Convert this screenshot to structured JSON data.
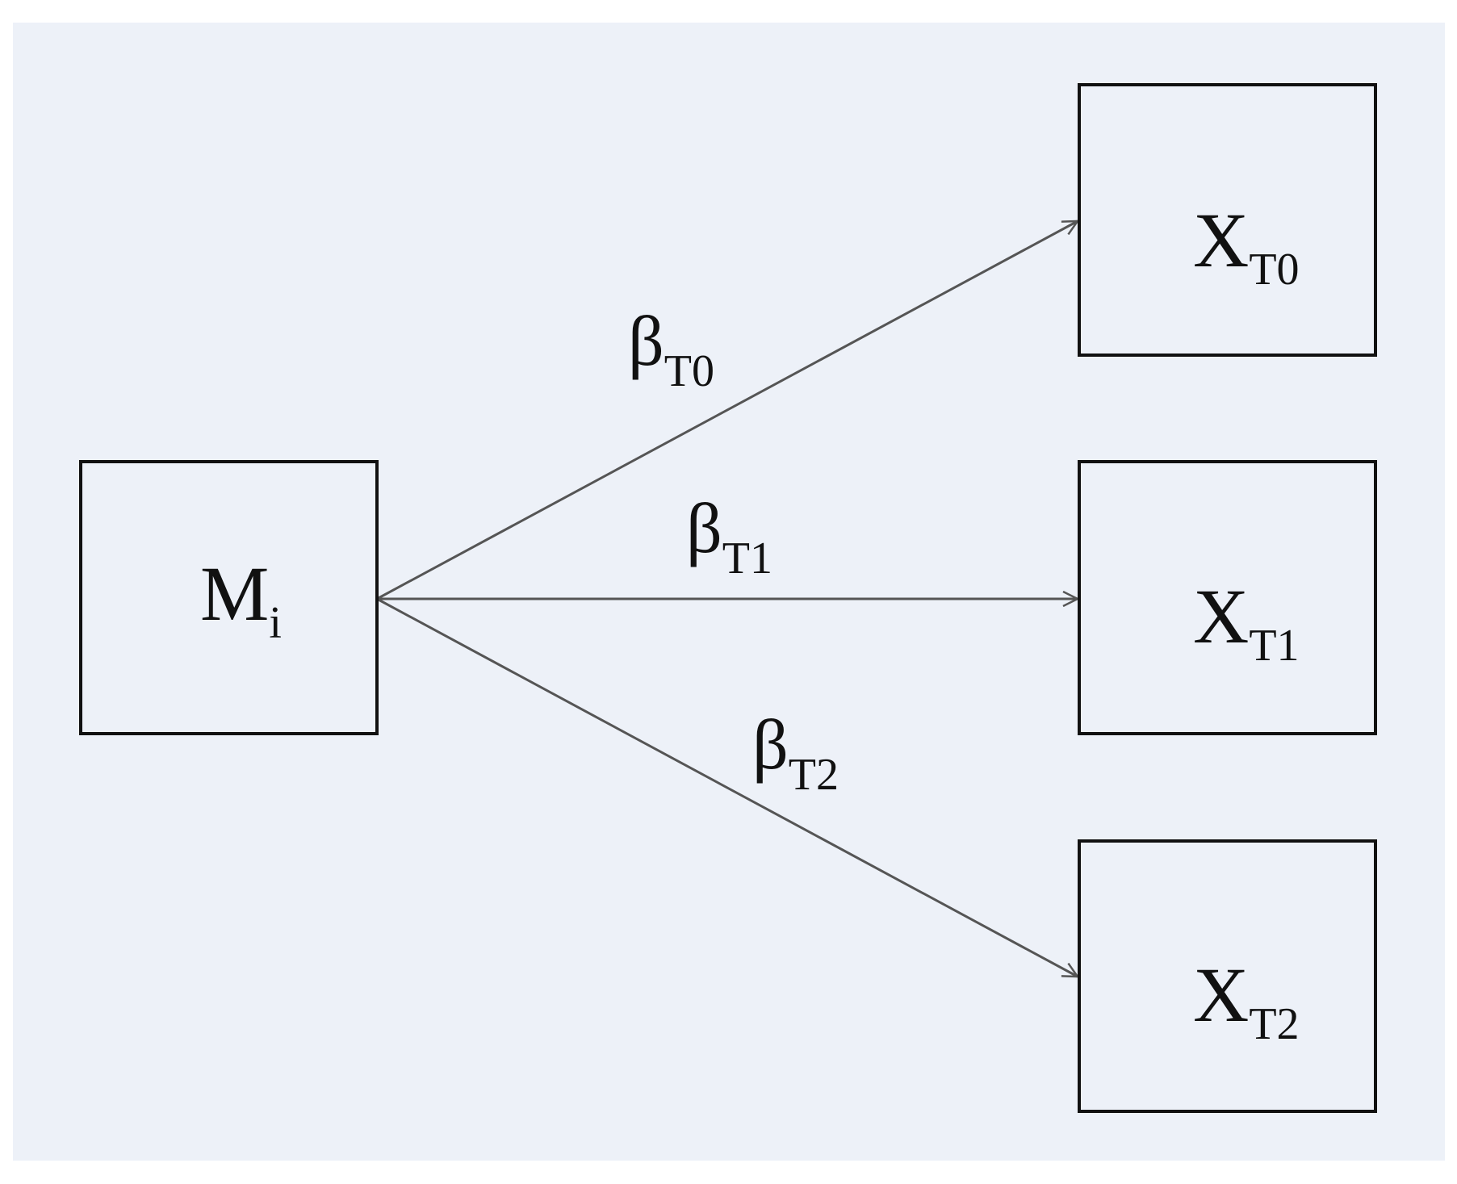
{
  "colors": {
    "background_panel": "#edf1f8",
    "box_stroke": "#111111",
    "arrow_stroke": "#555555",
    "text": "#111111"
  },
  "nodes": {
    "source": {
      "base": "M",
      "sub": "i"
    },
    "targets": [
      {
        "base": "X",
        "sub": "T0"
      },
      {
        "base": "X",
        "sub": "T1"
      },
      {
        "base": "X",
        "sub": "T2"
      }
    ]
  },
  "edges": [
    {
      "base": "β",
      "sub": "T0"
    },
    {
      "base": "β",
      "sub": "T1"
    },
    {
      "base": "β",
      "sub": "T2"
    }
  ]
}
